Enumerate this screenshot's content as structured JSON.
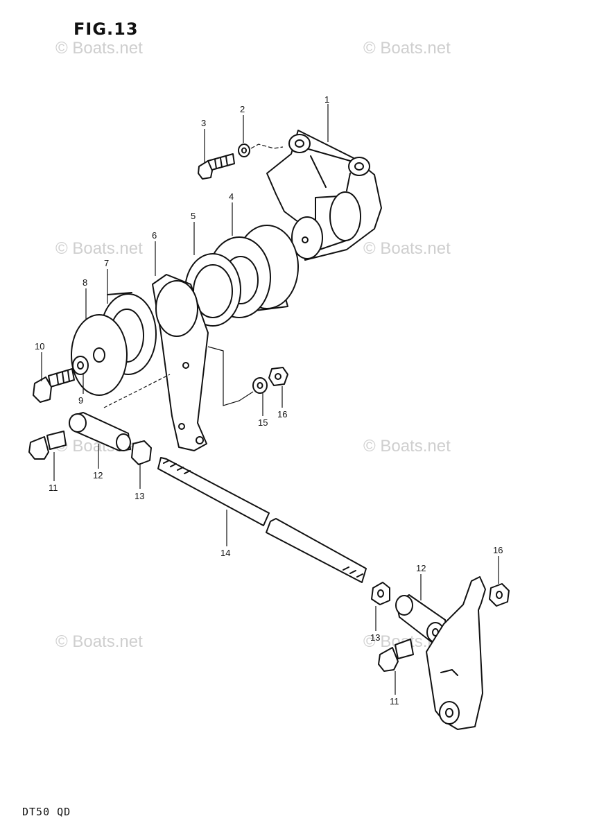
{
  "figure": {
    "title": "FIG.13",
    "code": "DT50 QD"
  },
  "watermark": "© Boats.net",
  "callouts": {
    "c1": "1",
    "c2": "2",
    "c3": "3",
    "c4": "4",
    "c5": "5",
    "c6": "6",
    "c7": "7",
    "c8": "8",
    "c9": "9",
    "c10": "10",
    "c11a": "11",
    "c12a": "12",
    "c13a": "13",
    "c14": "14",
    "c15": "15",
    "c16a": "16",
    "c16b": "16",
    "c12b": "12",
    "c13b": "13",
    "c11b": "11"
  }
}
